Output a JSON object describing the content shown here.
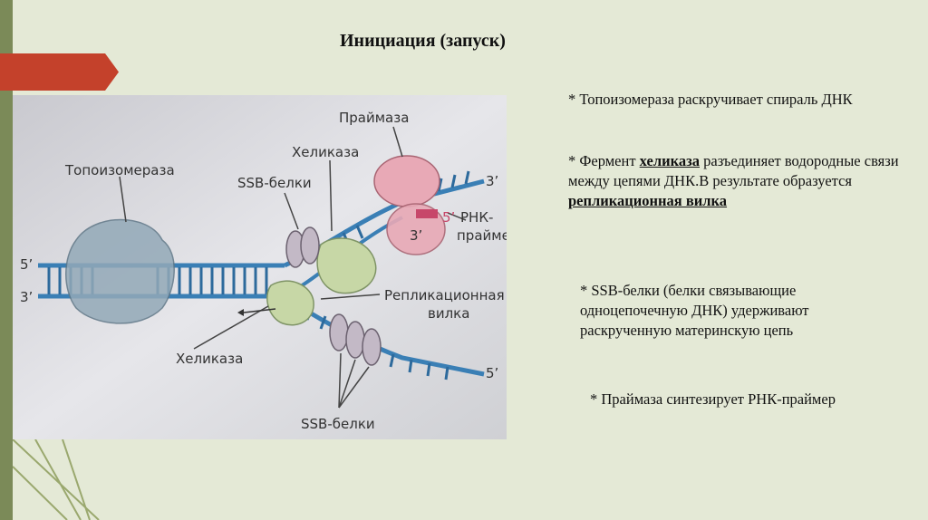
{
  "title": "Инициация (запуск)",
  "diagram": {
    "labels": {
      "primase": "Праймаза",
      "helicase_top": "Хеликаза",
      "topoisomerase": "Топоизомераза",
      "ssb_top": "SSB-белки",
      "rna_primer_line1": "РНК-",
      "rna_primer_line2": "праймер",
      "replication_fork_line1": "Репликационная",
      "replication_fork_line2": "вилка",
      "helicase_bottom": "Хеликаза",
      "ssb_bottom": "SSB-белки",
      "five_prime": "5’",
      "three_prime": "3’"
    }
  },
  "bullets": {
    "b1": {
      "text": "* Топоизомераза раскручивает спираль ДНК"
    },
    "b2": {
      "prefix": "* Фермент ",
      "term1": "хеликаза",
      "middle": " разъединяет водородные связи между цепями ДНК.В результате образуется ",
      "term2": "репликационная вилка"
    },
    "b3": {
      "text": "* SSB-белки (белки связывающие одноцепочечную ДНК) удерживают раскрученную материнскую цепь"
    },
    "b4": {
      "text": "* Праймаза синтезирует РНК-праймер"
    }
  }
}
